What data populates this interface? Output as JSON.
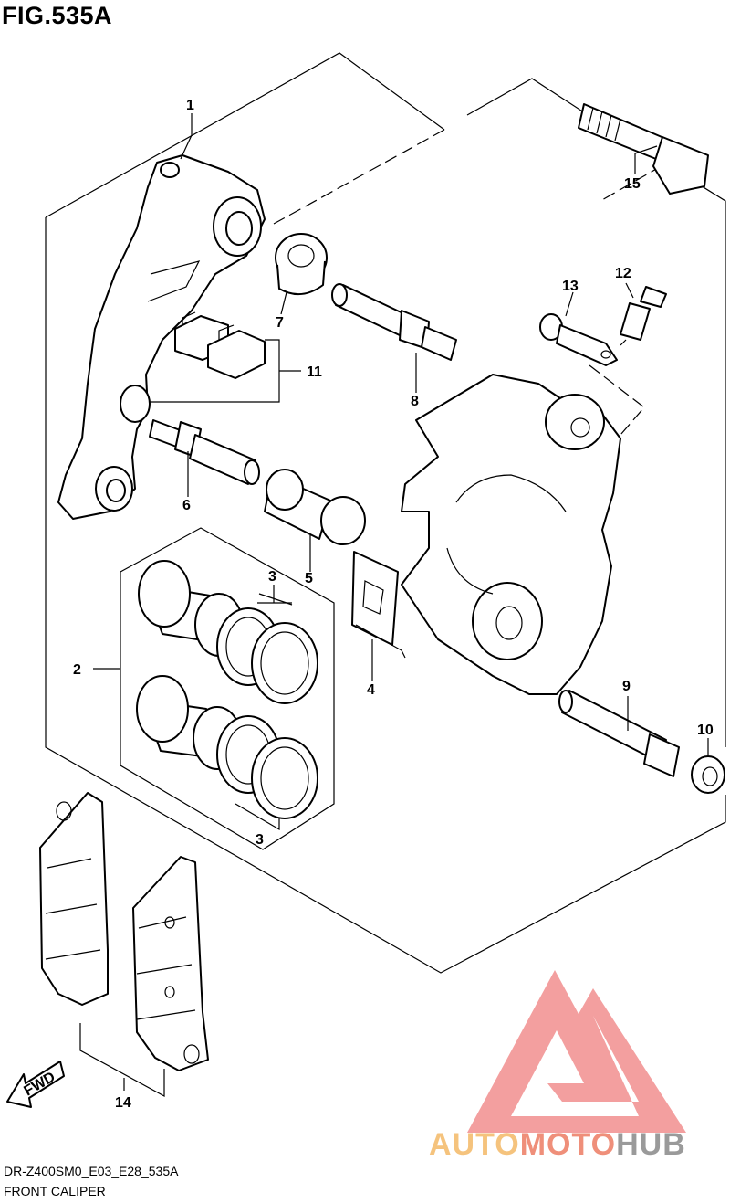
{
  "figure": {
    "title": "FIG.535A",
    "code": "DR-Z400SM0_E03_E28_535A",
    "name": "FRONT CALIPER"
  },
  "callouts": {
    "c1": "1",
    "c2": "2",
    "c3a": "3",
    "c3b": "3",
    "c4": "4",
    "c5": "5",
    "c6": "6",
    "c7": "7",
    "c8": "8",
    "c9": "9",
    "c10": "10",
    "c11": "11",
    "c12": "12",
    "c13": "13",
    "c14": "14",
    "c15": "15"
  },
  "fwd_label": "FWD",
  "watermark": {
    "part1": "AUTO",
    "part2": "MOTO",
    "part3": "HUB",
    "colors": {
      "auto": "#f5c37d",
      "moto": "#ef8f7a",
      "hub": "#9a9a9a",
      "logo": "#f08080"
    }
  }
}
